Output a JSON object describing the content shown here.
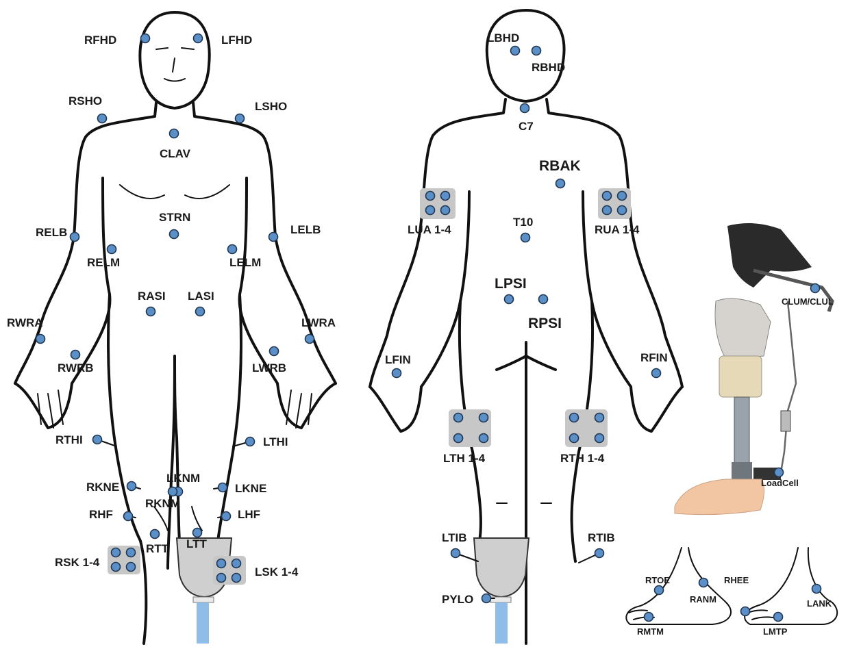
{
  "colors": {
    "marker_fill": "#5b8fc7",
    "marker_stroke": "#1f3550",
    "cluster_pad": "#c7c7c7",
    "socket": "#cfcfcf",
    "pylon": "#8fbde8"
  },
  "front_view": {
    "head": [
      "RFHD",
      "LFHD"
    ],
    "torso": [
      "RSHO",
      "LSHO",
      "CLAV",
      "STRN",
      "RASI",
      "LASI"
    ],
    "arms": [
      "RELB",
      "RELM",
      "LELB",
      "LELM",
      "RWRA",
      "RWRB",
      "LWRA",
      "LWRB"
    ],
    "legs": [
      "RTHI",
      "LTHI",
      "RKNE",
      "LKNE",
      "LKNM",
      "RKNM",
      "RHF",
      "LHF",
      "RTT",
      "LTT"
    ],
    "clusters": [
      "RSK 1-4",
      "LSK 1-4"
    ]
  },
  "back_view": {
    "head": [
      "LBHD",
      "RBHD"
    ],
    "torso": [
      "C7",
      "RBAK",
      "T10",
      "LPSI",
      "RPSI"
    ],
    "hands": [
      "LFIN",
      "RFIN"
    ],
    "clusters": [
      "LUA 1-4",
      "RUA 1-4",
      "LTH 1-4",
      "RTH 1-4"
    ],
    "legs": [
      "LTIB",
      "RTIB",
      "PYLO"
    ]
  },
  "prosthesis": {
    "labels": [
      "CLUM/CLUL",
      "LoadCell"
    ]
  },
  "feet": {
    "right": [
      "RTOE",
      "RANM",
      "RHEE",
      "RMTM"
    ],
    "left": [
      "LANK",
      "LMTP"
    ]
  }
}
